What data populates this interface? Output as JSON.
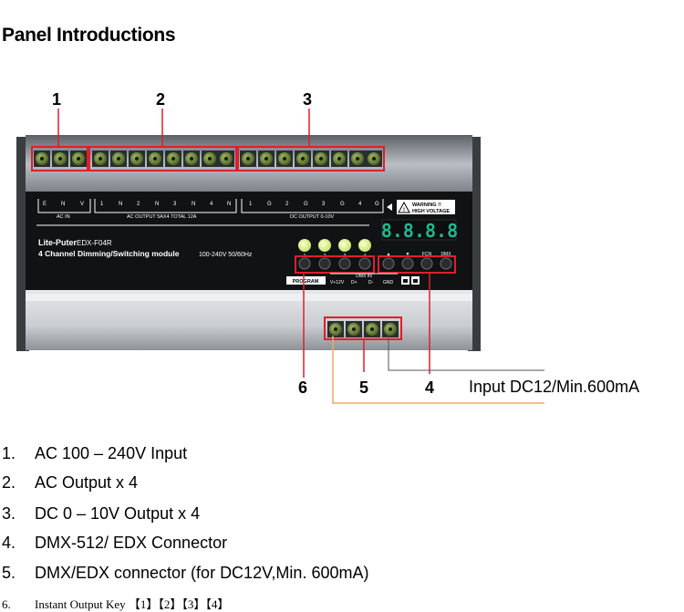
{
  "heading": "Panel Introductions",
  "callouts": {
    "n1": "1",
    "n2": "2",
    "n3": "3",
    "n4": "4",
    "n5": "5",
    "n6": "6"
  },
  "power_note": "Input DC12/Min.600mA",
  "device": {
    "ac_in_letters": [
      "E",
      "N",
      "V"
    ],
    "ac_in_label": "AC IN",
    "ac_out_letters": [
      "1",
      "N",
      "2",
      "N",
      "3",
      "N",
      "4",
      "N"
    ],
    "ac_out_label": "AC OUTPUT 5AX4  TOTAL 12A",
    "dc_out_letters": [
      "1",
      "G",
      "2",
      "G",
      "3",
      "G",
      "4",
      "G"
    ],
    "dc_out_label": "DC OUTPUT 0-10V",
    "warning_line1": "WARNING !!",
    "warning_line2": "HIGH VOLTAGE",
    "brand": "Lite-Puter",
    "model": "EDX-F04R",
    "description": "4 Channel Dimming/Switching module",
    "rating": "100-240V  50/60Hz",
    "display_digits": "8.8.8.8",
    "key_numbers": [
      "1",
      "2",
      "3",
      "4"
    ],
    "nav_labels": [
      "▲",
      "▼",
      "FCN",
      "DMX"
    ],
    "program_label": "PROGRAM",
    "dmx_in_label": "DMX IN",
    "dmx_pins": [
      "V+12V",
      "D+",
      "D-",
      "GND"
    ],
    "colors": {
      "housing": "#9ea3a8",
      "terminal": "#6b8a3c",
      "callout_red": "#e21d2b",
      "lead_orange": "#f0a868"
    }
  },
  "list": [
    {
      "num": "1.",
      "text": "AC 100 – 240V Input"
    },
    {
      "num": "2.",
      "text": "AC Output x 4"
    },
    {
      "num": "3.",
      "text": "DC 0 – 10V Output x 4"
    },
    {
      "num": "4.",
      "text": "DMX-512/ EDX Connector"
    },
    {
      "num": "5.",
      "text": "DMX/EDX connector (for DC12V,Min. 600mA)"
    },
    {
      "num": "6.",
      "text": "Instant Output Key 【1】【2】【3】【4】"
    }
  ]
}
